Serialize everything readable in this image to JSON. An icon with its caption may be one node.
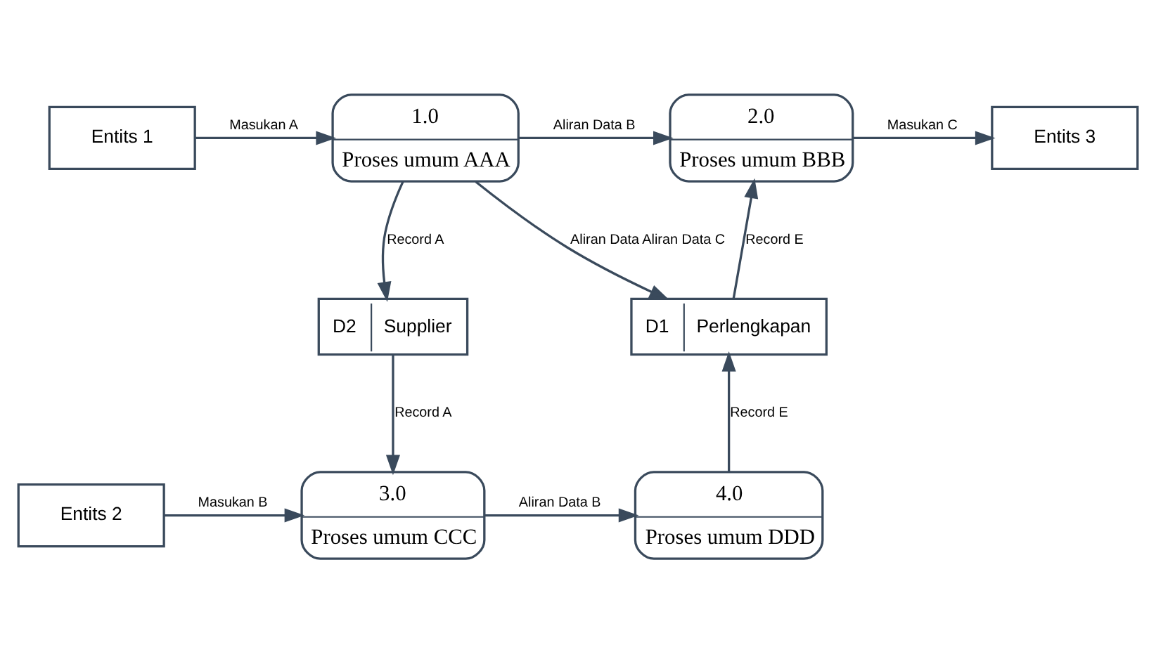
{
  "diagram": {
    "nodes": [
      {
        "text": [
          "Entits 1"
        ]
      },
      {
        "text": [
          "1.0",
          "Proses umum AAA"
        ]
      },
      {
        "text": [
          "2.0",
          "Proses umum BBB"
        ]
      },
      {
        "text": [
          "Entits 3"
        ]
      },
      {
        "text": [
          "D2",
          "Supplier"
        ]
      },
      {
        "text": [
          "D1",
          "Perlengkapan"
        ]
      },
      {
        "text": [
          "Entits 2"
        ]
      },
      {
        "text": [
          "3.0",
          "Proses umum CCC"
        ]
      },
      {
        "text": [
          "4.0",
          "Proses umum DDD"
        ]
      }
    ],
    "edges": [
      {
        "from": 0,
        "to": 1,
        "arrow": "to",
        "label": "Masukan A"
      },
      {
        "from": 1,
        "to": 2,
        "arrow": "to",
        "label": "Aliran Data B"
      },
      {
        "from": 2,
        "to": 3,
        "arrow": "to",
        "label": "Masukan C"
      },
      {
        "from": 1,
        "to": 5,
        "arrow": "to",
        "label": "Aliran Data Aliran Data C"
      },
      {
        "from": 1,
        "to": 4,
        "arrow": "to",
        "label": "Record A"
      },
      {
        "from": 5,
        "to": 2,
        "arrow": "to",
        "label": "Record E"
      },
      {
        "from": 4,
        "to": 7,
        "arrow": "to",
        "label": "Record A"
      },
      {
        "from": 6,
        "to": 7,
        "arrow": "to",
        "label": "Masukan B"
      },
      {
        "from": 7,
        "to": 8,
        "arrow": "to",
        "label": "Aliran Data B"
      },
      {
        "from": 8,
        "to": 5,
        "arrow": "to",
        "label": "Record E"
      }
    ]
  }
}
